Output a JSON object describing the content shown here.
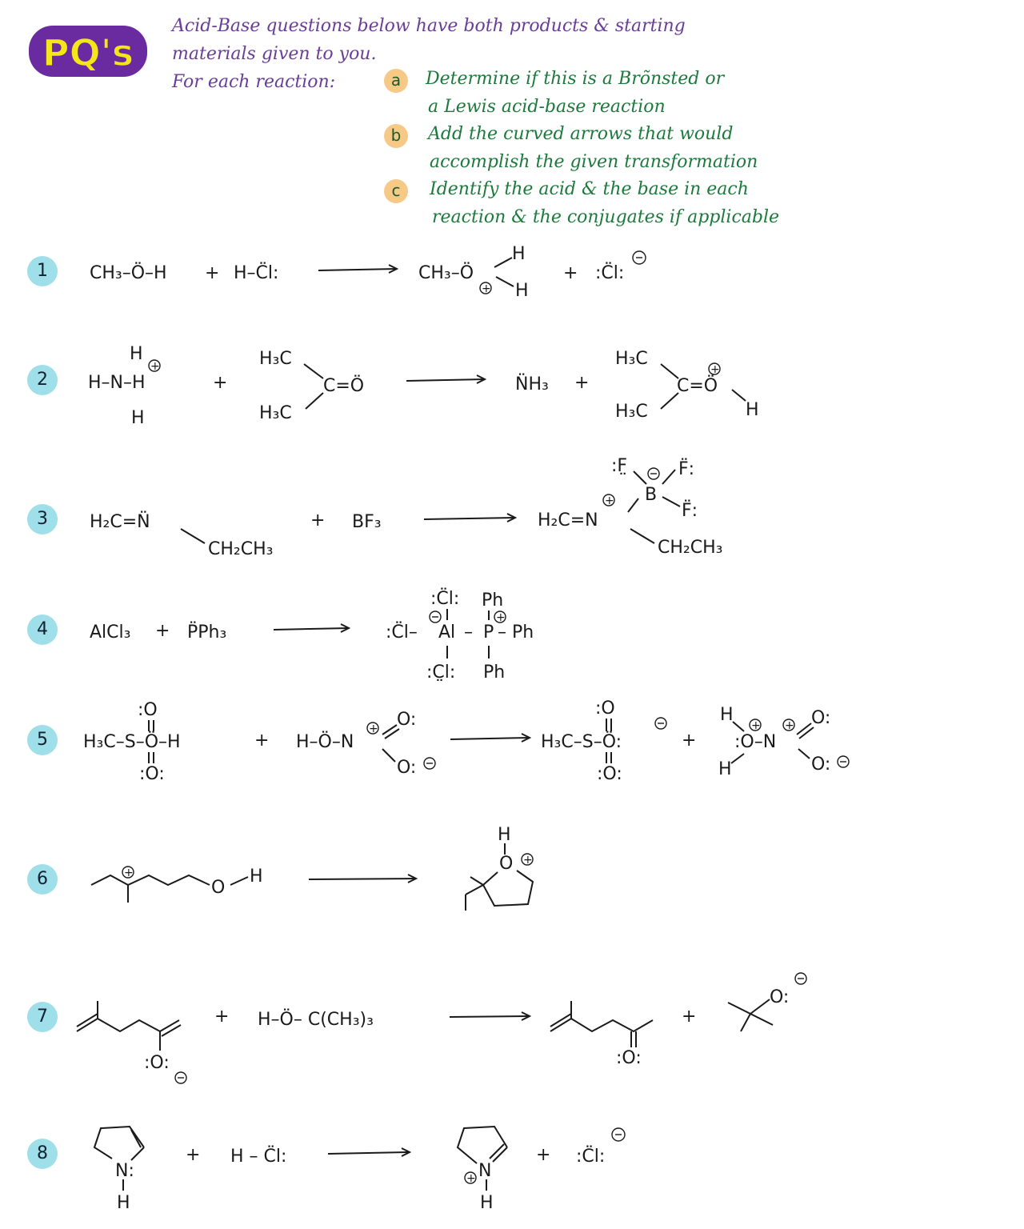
{
  "logo": {
    "text": "PQ's",
    "fill": "#f5e61a",
    "outline": "#6a2aa0"
  },
  "intro": {
    "line1": "Acid-Base questions below have both products & starting",
    "line2": "materials given to you.",
    "line3": "For each reaction:"
  },
  "steps": [
    {
      "badge": "a",
      "line1": "Determine if this is a Brõnsted or",
      "line2": "a Lewis acid-base reaction"
    },
    {
      "badge": "b",
      "line1": "Add the curved arrows that would",
      "line2": "accomplish the given transformation"
    },
    {
      "badge": "c",
      "line1": "Identify the acid & the base in each",
      "line2": "reaction & the conjugates if applicable"
    }
  ],
  "colors": {
    "intro": "#6a3d9a",
    "steps": "#1d7a3c",
    "step_badge": "#f7c987",
    "number_badge": "#9fdfea"
  },
  "reactions": [
    {
      "number": "1",
      "reactant1": "CH₃–Ö–H",
      "plus1": "+",
      "reactant2": "H–C̈l:",
      "product1": "CH₃–Ö",
      "product1_h1": "H",
      "product1_h2": "H",
      "plus2": "+",
      "product2": ":C̈l:"
    },
    {
      "number": "2",
      "reactant1": "H–N–H",
      "r1_h_top": "H",
      "r1_h_bottom": "H",
      "plus1": "+",
      "methyl1": "H₃C",
      "methyl2": "H₃C",
      "carbonyl": "C=Ö",
      "product1": "N̈H₃",
      "plus2": "+",
      "p_methyl1": "H₃C",
      "p_methyl2": "H₃C",
      "p_carbonyl": "C=Ö",
      "p_h": "H"
    },
    {
      "number": "3",
      "reactant1": "H₂C=N̈",
      "r1_sub": "CH₂CH₃",
      "plus1": "+",
      "reactant2": "BF₃",
      "product1": "H₂C=N",
      "p_sub": "CH₂CH₃",
      "p_boron": "B",
      "p_f1": ":F̤",
      "p_f2": "F̈:",
      "p_f3": "F̈:"
    },
    {
      "number": "4",
      "reactant1": "AlCl₃",
      "plus1": "+",
      "reactant2": "P̈Ph₃",
      "p_cl_top": ":C̈l:",
      "p_cl_left": ":C̈l–",
      "p_al": "Al",
      "p_dash": "–",
      "p_p": "P",
      "p_ph_right": "– Ph",
      "p_cl_bottom": ":C̤l:",
      "p_ph_top": "Ph",
      "p_ph_bottom": "Ph"
    },
    {
      "number": "5",
      "reactant1": "H₃C–S–Ö–H",
      "r1_o_top": ":O",
      "r1_o_bottom": ":O:",
      "plus1": "+",
      "reactant2": "H–Ö–N",
      "r2_o_top": "O:",
      "r2_o_bottom": "O:",
      "product1": "H₃C–S–Ö:",
      "p1_o_top": ":O",
      "p1_o_bottom": ":O:",
      "plus2": "+",
      "product2": ":O–N",
      "p2_h_top": "H",
      "p2_h_bottom": "H",
      "p2_o_top": "O:",
      "p2_o_bottom": "O:"
    },
    {
      "number": "6",
      "r_oh": "O",
      "r_h": "H",
      "p_h": "H",
      "p_o": "O"
    },
    {
      "number": "7",
      "r_o": ":O:",
      "plus1": "+",
      "reactant2": "H–Ö– C(CH₃)₃",
      "p_o": ":O:",
      "plus2": "+",
      "product2_o": "O:"
    },
    {
      "number": "8",
      "r_n": "N:",
      "r_h": "H",
      "plus1": "+",
      "reactant2": "H – C̈l:",
      "p_n": "N",
      "p_h": "H",
      "plus2": "+",
      "product2": ":C̈l:"
    }
  ]
}
